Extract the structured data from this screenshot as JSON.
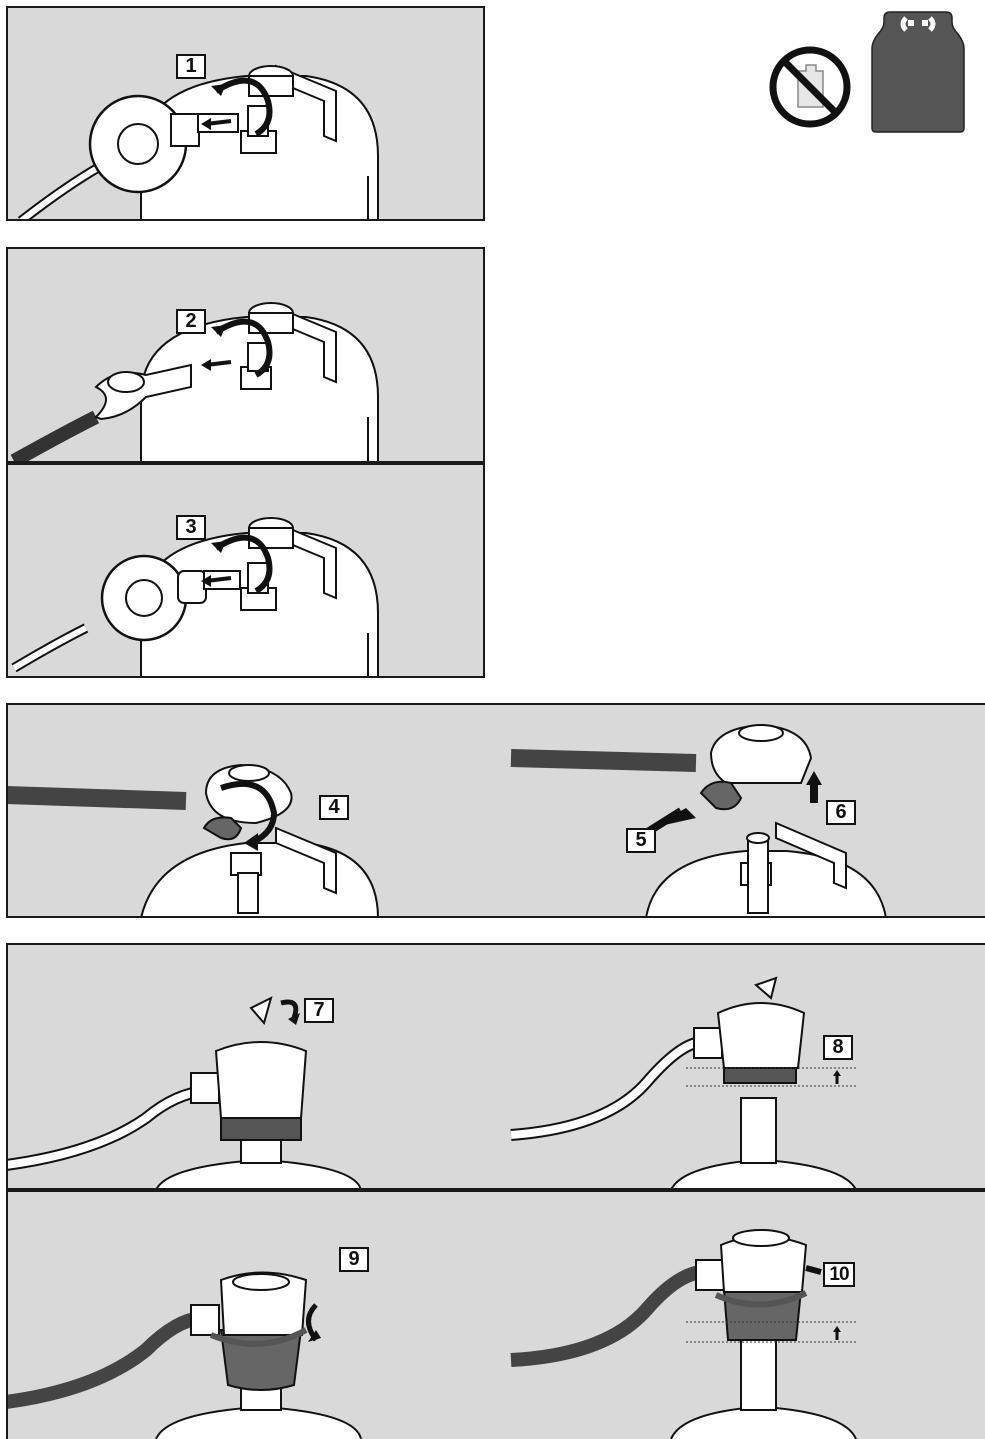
{
  "steps": {
    "s1": "1",
    "s2": "2",
    "s3": "3",
    "s4": "4",
    "s5": "5",
    "s6": "6",
    "s7": "7",
    "s8": "8",
    "s9": "9",
    "s10": "10"
  },
  "icons": {
    "warning": "no-empty-bottle-icon",
    "cylinder": "gas-cylinder-icon"
  },
  "colors": {
    "panel_bg": "#d9d9d9",
    "outline": "#1a1a1a",
    "dark_part": "#555555",
    "light_part": "#ffffff"
  }
}
